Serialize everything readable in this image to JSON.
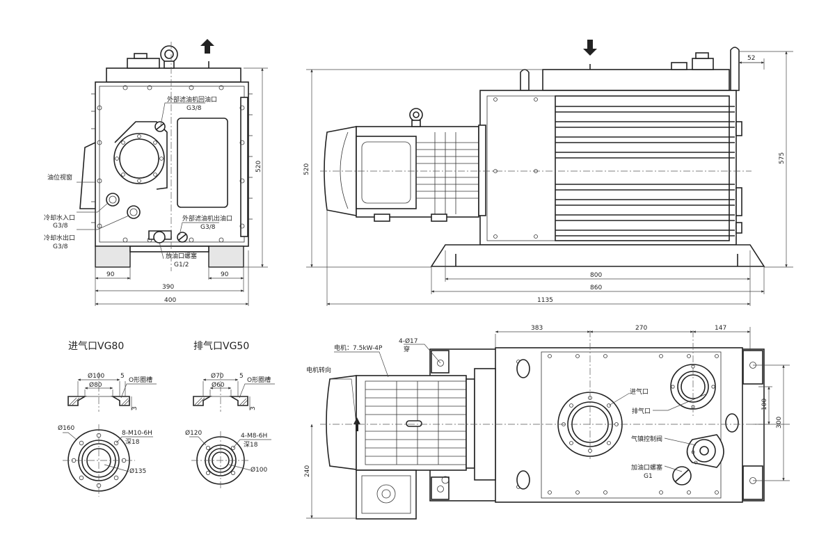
{
  "front": {
    "callouts": {
      "filter_return": {
        "name": "外部滤油机回油口",
        "spec": "G3/8"
      },
      "oil_window": {
        "name": "油位视窗"
      },
      "water_in": {
        "name": "冷却水入口",
        "spec": "G3/8"
      },
      "water_out": {
        "name": "冷却水出口",
        "spec": "G3/8"
      },
      "filter_out": {
        "name": "外部滤油机出油口",
        "spec": "G3/8"
      },
      "drain": {
        "name": "放油口螺塞",
        "spec": "G1/2"
      }
    },
    "dims": {
      "foot_left": "90",
      "foot_right": "90",
      "width_inner": "390",
      "width_outer": "400",
      "height": "520"
    }
  },
  "side": {
    "dims": {
      "height": "520",
      "height_total": "575",
      "top_offset": "52",
      "len_800": "800",
      "len_860": "860",
      "len_1135": "1135"
    }
  },
  "top": {
    "dims": {
      "d383": "383",
      "d270": "270",
      "d147": "147",
      "d100": "100",
      "d300": "300",
      "d240": "240"
    },
    "callouts": {
      "motor": "电机：7.5kW-4P",
      "holes": "4-Ø17",
      "holes_sub": "穿",
      "motor_dir": "电机转向",
      "inlet": "进气口",
      "outlet": "排气口",
      "gas_ballast": "气镇控制阀",
      "fill_plug": "加油口螺塞",
      "fill_spec": "G1"
    }
  },
  "inlet_flange": {
    "title": "进气口VG80",
    "d_outer": "Ø100",
    "d_inner": "Ø80",
    "depth_top": "5",
    "depth_side": "3",
    "oring": "O形圈槽",
    "d_flange": "Ø160",
    "bolts": "8-M10-6H",
    "bolt_depth": "深18",
    "pcd": "Ø135"
  },
  "outlet_flange": {
    "title": "排气口VG50",
    "d_outer": "Ø70",
    "d_inner": "Ø60",
    "depth_top": "5",
    "depth_side": "3",
    "oring": "O形圈槽",
    "d_flange": "Ø120",
    "bolts": "4-M8-6H",
    "bolt_depth": "深18",
    "pcd": "Ø100"
  }
}
